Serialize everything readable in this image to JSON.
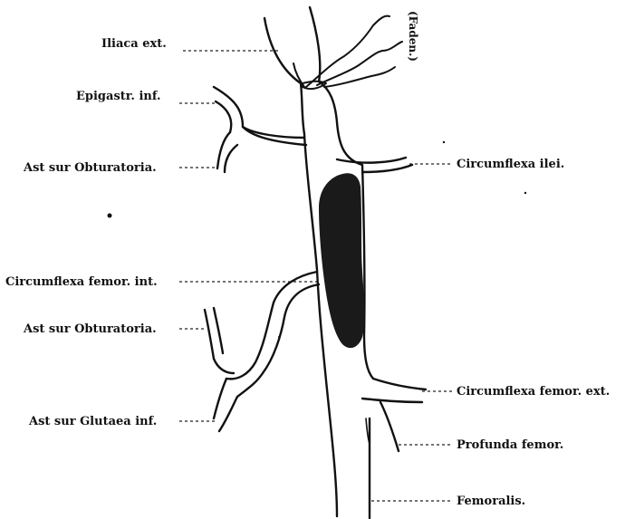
{
  "labels": {
    "iliaca_ext": "Iliaca ext.",
    "epigastr_inf": "Epigastr. inf.",
    "ast_obturatoria_upper": "Ast sur Obturatoria.",
    "circumflexa_femor_int": "Circumflexa femor. int.",
    "ast_obturatoria_lower": "Ast sur Obturatoria.",
    "ast_glutaea_inf": "Ast sur Glutaea inf.",
    "faden": "(Faden.)",
    "circumflexa_ilei": "Circumflexa ilei.",
    "circumflexa_femor_ext": "Circumflexa femor. ext.",
    "profunda_femor": "Profunda femor.",
    "femoralis": "Femoralis."
  },
  "colors": {
    "ink": "#111111",
    "thrombus": "#1a1a1a",
    "paper": "#ffffff"
  }
}
